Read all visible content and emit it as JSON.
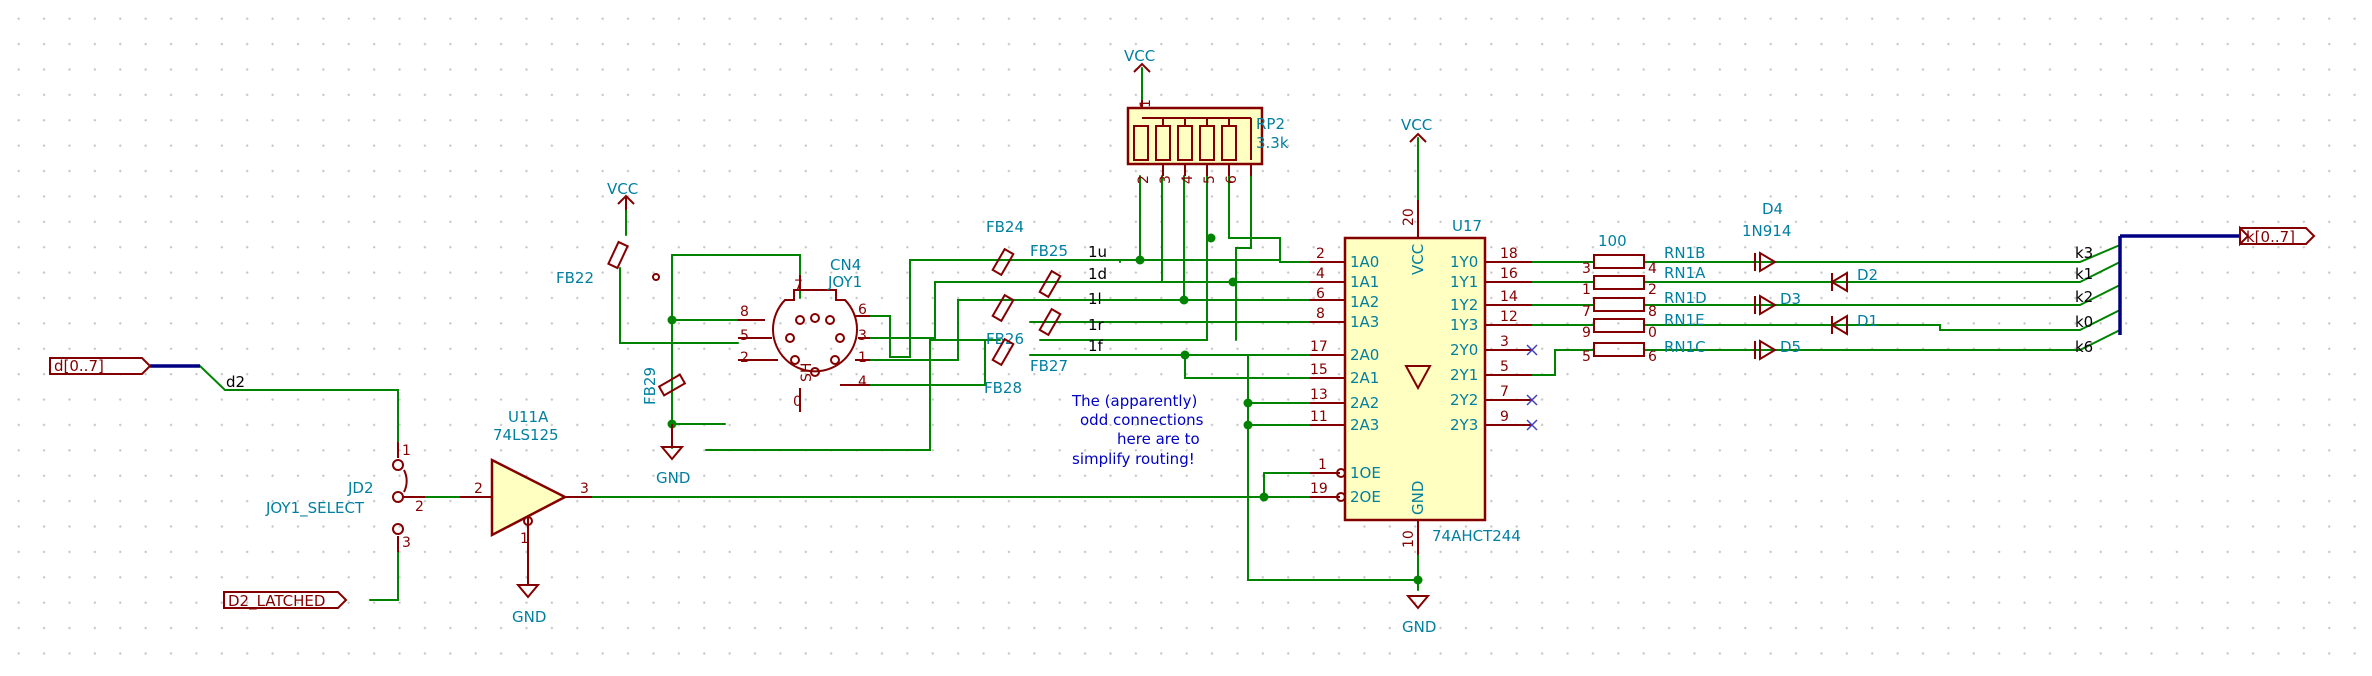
{
  "labels": {
    "bus_d": "d[0..7]",
    "bus_k": "k[0..7]",
    "d2_latched": "D2_LATCHED",
    "net_d2": "d2",
    "net_k3": "k3",
    "net_k1": "k1",
    "net_k2": "k2",
    "net_k0": "k0",
    "net_k6": "k6",
    "net_1u": "1u",
    "net_1d": "1d",
    "net_1l": "1l",
    "net_1r": "1r",
    "net_1f": "1f"
  },
  "power": {
    "vcc": "VCC",
    "gnd": "GND"
  },
  "components": {
    "jd2": {
      "ref": "JD2",
      "value": "JOY1_SELECT",
      "pins": [
        "1",
        "2",
        "3"
      ]
    },
    "u11a": {
      "ref": "U11A",
      "value": "74LS125",
      "pins": [
        "2",
        "3",
        "1"
      ]
    },
    "cn4": {
      "ref": "CN4",
      "value": "JOY1",
      "pins": [
        "1",
        "2",
        "3",
        "4",
        "5",
        "6",
        "7",
        "8",
        "0"
      ],
      "shield": "SH"
    },
    "rp2": {
      "ref": "RP2",
      "value": "3.3k",
      "pins": [
        "1",
        "2",
        "3",
        "4",
        "5",
        "6"
      ]
    },
    "u17": {
      "ref": "U17",
      "value": "74AHCT244",
      "vcc_name": "VCC",
      "gnd_name": "GND",
      "inputs": [
        {
          "name": "1A0",
          "pin": "2"
        },
        {
          "name": "1A1",
          "pin": "4"
        },
        {
          "name": "1A2",
          "pin": "6"
        },
        {
          "name": "1A3",
          "pin": "8"
        },
        {
          "name": "2A0",
          "pin": "17"
        },
        {
          "name": "2A1",
          "pin": "15"
        },
        {
          "name": "2A2",
          "pin": "13"
        },
        {
          "name": "2A3",
          "pin": "11"
        }
      ],
      "enables": [
        {
          "name": "1OE",
          "pin": "1"
        },
        {
          "name": "2OE",
          "pin": "19"
        }
      ],
      "outputs": [
        {
          "name": "1Y0",
          "pin": "18"
        },
        {
          "name": "1Y1",
          "pin": "16"
        },
        {
          "name": "1Y2",
          "pin": "14"
        },
        {
          "name": "1Y3",
          "pin": "12"
        },
        {
          "name": "2Y0",
          "pin": "3"
        },
        {
          "name": "2Y1",
          "pin": "5"
        },
        {
          "name": "2Y2",
          "pin": "7"
        },
        {
          "name": "2Y3",
          "pin": "9"
        }
      ],
      "vcc_pin": "20",
      "gnd_pin": "10"
    },
    "ferrites": [
      "FB22",
      "FB24",
      "FB25",
      "FB26",
      "FB27",
      "FB28",
      "FB29"
    ],
    "rn1": {
      "value": "100",
      "parts": [
        "RN1B",
        "RN1A",
        "RN1D",
        "RN1E",
        "RN1C"
      ],
      "left_pins": [
        "3",
        "1",
        "7",
        "9",
        "5"
      ],
      "right_pins": [
        "4",
        "2",
        "8",
        "0",
        "6"
      ]
    },
    "diodes": {
      "d4_ref": "D4",
      "d4_value": "1N914",
      "refs": [
        "D2",
        "D3",
        "D1",
        "D5"
      ]
    }
  },
  "note": {
    "lines": [
      "The (apparently)",
      "odd connections",
      "here are to",
      "simplify routing!"
    ]
  }
}
